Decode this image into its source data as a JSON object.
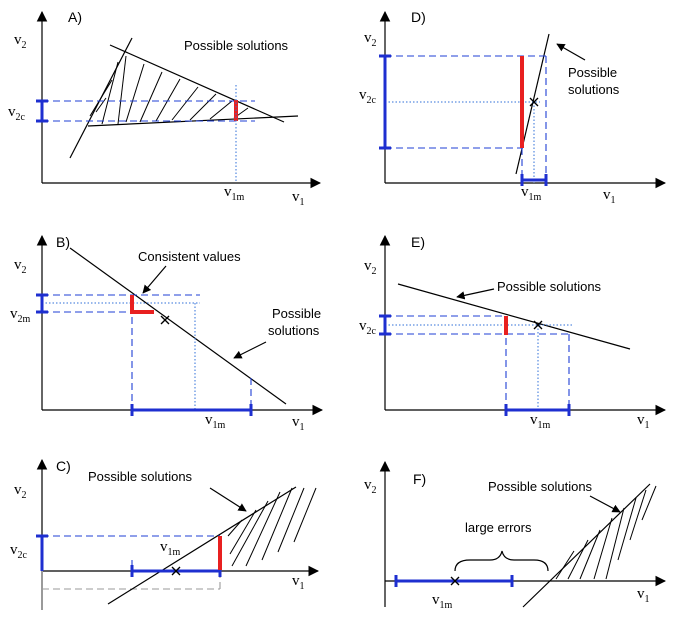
{
  "panels": {
    "A": {
      "tag": "A)",
      "annotation": "Possible solutions",
      "y_label": "v",
      "y_sub": "2",
      "x_label": "v",
      "x_sub": "1",
      "yc_label": "v",
      "yc_sub": "2c",
      "xm_label": "v",
      "xm_sub": "1m"
    },
    "B": {
      "tag": "B)",
      "annotation_consistent": "Consistent values",
      "annotation_possible_1": "Possible",
      "annotation_possible_2": "solutions",
      "y_label": "v",
      "y_sub": "2",
      "x_label": "v",
      "x_sub": "1",
      "ym_label": "v",
      "ym_sub": "2m",
      "xm_label": "v",
      "xm_sub": "1m"
    },
    "C": {
      "tag": "C)",
      "annotation": "Possible solutions",
      "y_label": "v",
      "y_sub": "2",
      "x_label": "v",
      "x_sub": "1",
      "yc_label": "v",
      "yc_sub": "2c",
      "xm_label": "v",
      "xm_sub": "1m"
    },
    "D": {
      "tag": "D)",
      "annotation_1": "Possible",
      "annotation_2": "solutions",
      "y_label": "v",
      "y_sub": "2",
      "x_label": "v",
      "x_sub": "1",
      "yc_label": "v",
      "yc_sub": "2c",
      "xm_label": "v",
      "xm_sub": "1m"
    },
    "E": {
      "tag": "E)",
      "annotation": "Possible solutions",
      "y_label": "v",
      "y_sub": "2",
      "x_label": "v",
      "x_sub": "1",
      "yc_label": "v",
      "yc_sub": "2c",
      "xm_label": "v",
      "xm_sub": "1m"
    },
    "F": {
      "tag": "F)",
      "annotation": "Possible solutions",
      "annotation_errors": "large errors",
      "y_label": "v",
      "y_sub": "2",
      "x_label": "v",
      "x_sub": "1",
      "xm_label": "v",
      "xm_sub": "1m"
    }
  },
  "colors": {
    "interval": "#1e2fd0",
    "projection": "#1f3fd6",
    "consistent": "#e82020",
    "shifted_axis": "#9a9a9a"
  }
}
